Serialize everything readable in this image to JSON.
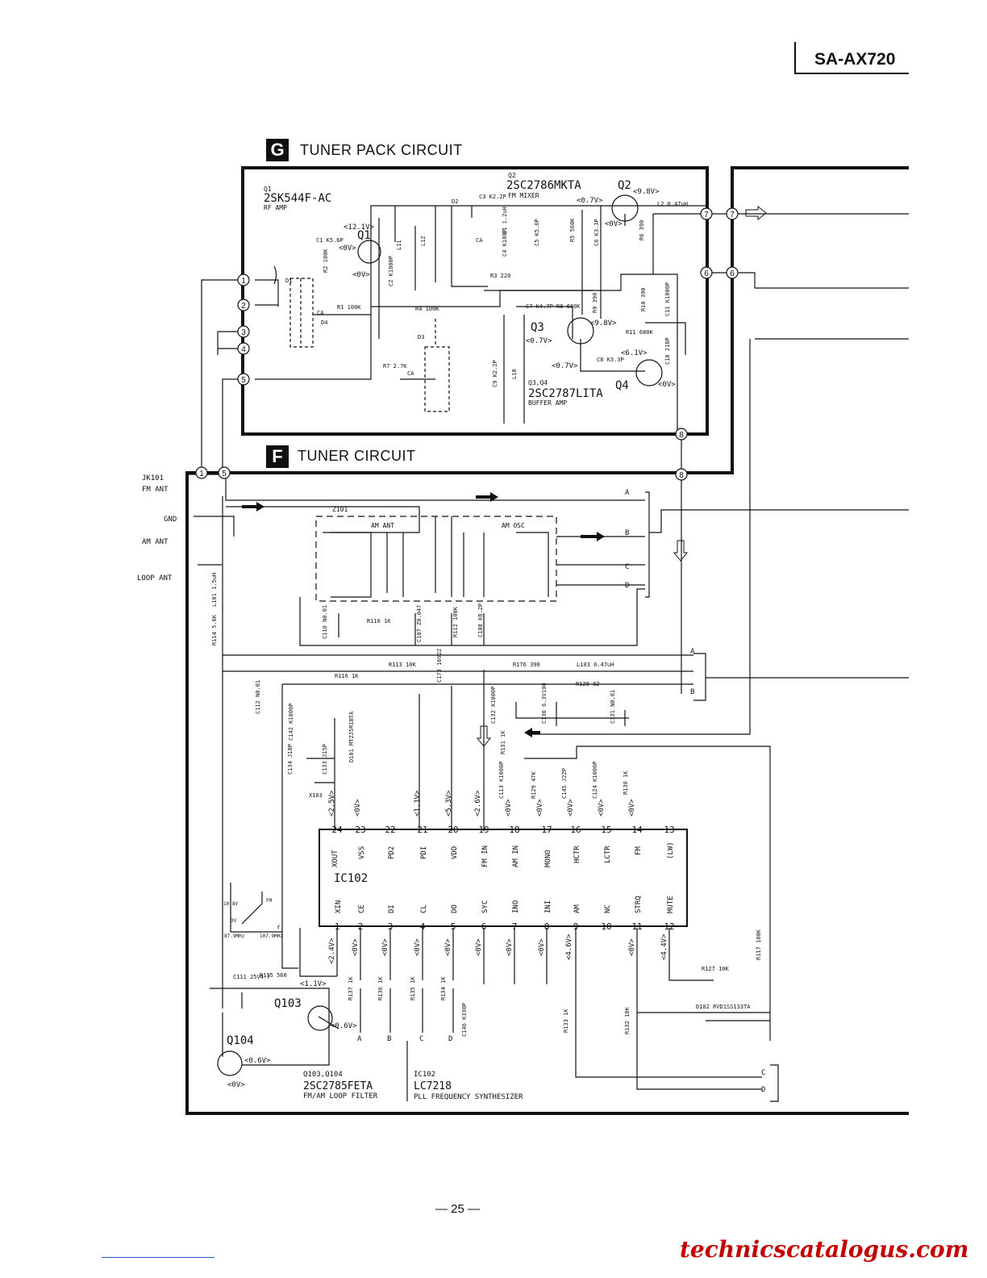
{
  "header": {
    "model": "SA-AX720"
  },
  "sections": [
    {
      "badge": "G",
      "title": "TUNER PACK CIRCUIT"
    },
    {
      "badge": "F",
      "title": "TUNER CIRCUIT"
    }
  ],
  "tuner_pack": {
    "q1": {
      "ref": "Q1",
      "part": "2SK544F-AC",
      "role": "RF AMP",
      "ref_label": "Q1"
    },
    "q2": {
      "ref": "Q2",
      "part": "2SC2786MKTA",
      "role": "FM MIXER",
      "ref_label": "Q2"
    },
    "q3q4": {
      "ref": "Q3,Q4",
      "part": "2SC2787LITA",
      "role": "BUFFER AMP"
    },
    "q3_label": "Q3",
    "q4_label": "Q4",
    "voltages": [
      "<12.1V>",
      "<0V>",
      "<0V>",
      "<0.7V>",
      "<9.8V>",
      "<0V>",
      "<9.8V>",
      "<0.7V>",
      "<6.1V>",
      "<0.7V>",
      "<0V>"
    ],
    "components": [
      "C1 K5.6P",
      "R2 100K",
      "C2 K1000P",
      "L11",
      "L12",
      "D2",
      "C3 K2.2P",
      "L1 1.2uH",
      "C4 K180P",
      "C5 K5.6P",
      "R5 560K",
      "C6 K3.3P",
      "R6 390",
      "L2 0.47uH",
      "R1 100K",
      "D1",
      "D4",
      "R3 220",
      "R4 100K",
      "C7 K4.7P",
      "R8 680K",
      "R9 390",
      "R10 390",
      "C11 K1000P",
      "R11 680K",
      "D3",
      "R7 2.7K",
      "C8 K3.3P",
      "C10 J18P",
      "C9 K2.2P",
      "L10"
    ],
    "ca": [
      "CA",
      "CA",
      "CA"
    ]
  },
  "tuner": {
    "jack": {
      "ref": "JK101",
      "labels": [
        "FM ANT",
        "GND",
        "AM ANT",
        "LOOP ANT"
      ]
    },
    "coil_box": {
      "ref": "Z101",
      "ant": "AM ANT",
      "osc": "AM OSC"
    },
    "bus_labels": [
      "A",
      "B",
      "C",
      "D"
    ],
    "components": [
      "L101 1.5uH",
      "R114 5.6K",
      "C110 N0.01",
      "R110 1K",
      "C107 Z0.047",
      "R112 100K",
      "C108 K8.2P",
      "R113 10K",
      "C173 16V22",
      "R176 390",
      "L103 0.47uH",
      "R116 1K",
      "R128 82",
      "C112 N0.01",
      "C142 K1000P",
      "D101 MTZJ5R1BTA",
      "C132 K1000P",
      "C130 6.3V100",
      "C131 N0.01",
      "C134 J18P",
      "C133 J15P",
      "X103",
      "R131 1K",
      "C113 K1000P",
      "R129 47K",
      "C145 J22P",
      "C124 K1000P",
      "R130 1K",
      "C111 25V4.7",
      "R115 560",
      "R137 1K",
      "R136 1K",
      "R135 1K",
      "R134 1K",
      "C146 K330P",
      "R133 1K",
      "R132 10K",
      "R127 10K",
      "R117 100K",
      "D102 RVD1SS133TA"
    ],
    "ic": {
      "ref": "IC102",
      "top_pins": [
        {
          "num": "24",
          "name": "XOUT",
          "v": "<2.5V>"
        },
        {
          "num": "23",
          "name": "VSS",
          "v": "<0V>"
        },
        {
          "num": "22",
          "name": "PD2",
          "v": ""
        },
        {
          "num": "21",
          "name": "PDI",
          "v": "<1.1V>"
        },
        {
          "num": "20",
          "name": "VDD",
          "v": "<5.3V>"
        },
        {
          "num": "19",
          "name": "FM IN",
          "v": "<2.6V>"
        },
        {
          "num": "18",
          "name": "AM IN",
          "v": "<0V>"
        },
        {
          "num": "17",
          "name": "MONO",
          "v": "<0V>"
        },
        {
          "num": "16",
          "name": "HCTR",
          "v": "<0V>"
        },
        {
          "num": "15",
          "name": "LCTR",
          "v": "<0V>"
        },
        {
          "num": "14",
          "name": "FM",
          "v": "<0V>"
        },
        {
          "num": "13",
          "name": "(LW)",
          "v": ""
        }
      ],
      "bottom_pins": [
        {
          "num": "1",
          "name": "XIN",
          "v": "<2.4V>"
        },
        {
          "num": "2",
          "name": "CE",
          "v": "<0V>"
        },
        {
          "num": "3",
          "name": "DI",
          "v": "<0V>"
        },
        {
          "num": "4",
          "name": "CL",
          "v": "<0V>"
        },
        {
          "num": "5",
          "name": "DO",
          "v": "<0V>"
        },
        {
          "num": "6",
          "name": "SYC",
          "v": "<0V>"
        },
        {
          "num": "7",
          "name": "INO",
          "v": "<0V>"
        },
        {
          "num": "8",
          "name": "INI",
          "v": "<0V>"
        },
        {
          "num": "9",
          "name": "AM",
          "v": "<4.6V>"
        },
        {
          "num": "10",
          "name": "NC",
          "v": ""
        },
        {
          "num": "11",
          "name": "STRQ",
          "v": "<0V>"
        },
        {
          "num": "12",
          "name": "MUTE",
          "v": "<4.4V>"
        }
      ]
    },
    "q103_label": "Q103",
    "q104_label": "Q104",
    "q103_v": [
      "<1.1V>",
      "<0.6V>"
    ],
    "q104_v": [
      "<0.6V>",
      "<0V>"
    ],
    "loop_filter": {
      "ref": "Q103,Q104",
      "part": "2SC2785FETA",
      "role": "FM/AM LOOP FILTER"
    },
    "ic_caption": {
      "ref": "IC102",
      "part": "LC7218",
      "role": "PLL FREQUENCY SYNTHESIZER"
    },
    "graph": {
      "y_hi": "10.8V",
      "y_lo": "3V",
      "curve": "FM",
      "x_lo": "87.9MHz",
      "x_hi": "107.9MHz",
      "f": "f"
    }
  },
  "connectors": [
    "1",
    "2",
    "3",
    "4",
    "5",
    "6",
    "7",
    "8"
  ],
  "footer": {
    "page": "— 25 —",
    "site": "technicscatalogus.com"
  }
}
